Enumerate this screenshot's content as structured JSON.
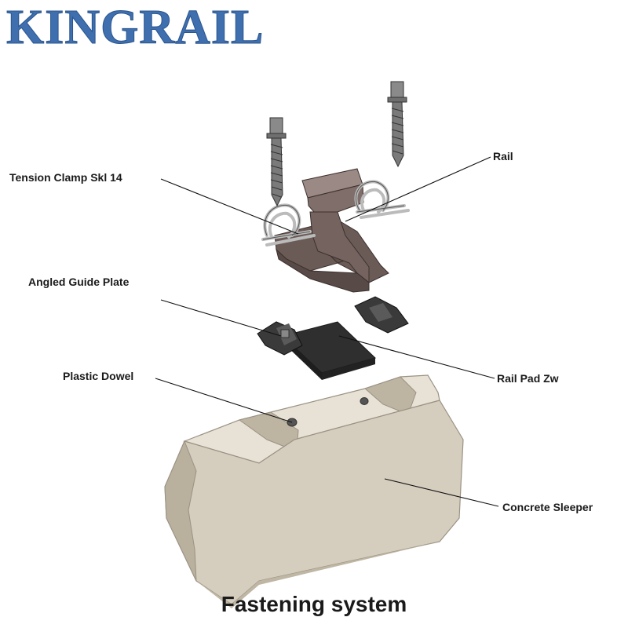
{
  "logo": {
    "text": "KINGRAIL",
    "color": "#3f6fae"
  },
  "labels": {
    "tension_clamp": "Tension Clamp Skl 14",
    "rail": "Rail",
    "angled_guide_plate": "Angled Guide Plate",
    "rail_pad": "Rail Pad Zw",
    "plastic_dowel": "Plastic Dowel",
    "concrete_sleeper": "Concrete Sleeper"
  },
  "caption": "Fastening system",
  "colors": {
    "sleeper": "#cdc5b5",
    "rail": "#7f6e6a",
    "pad": "#2f2f2f",
    "clamp": "#d9d9d9",
    "screw": "#7a7a7a"
  }
}
